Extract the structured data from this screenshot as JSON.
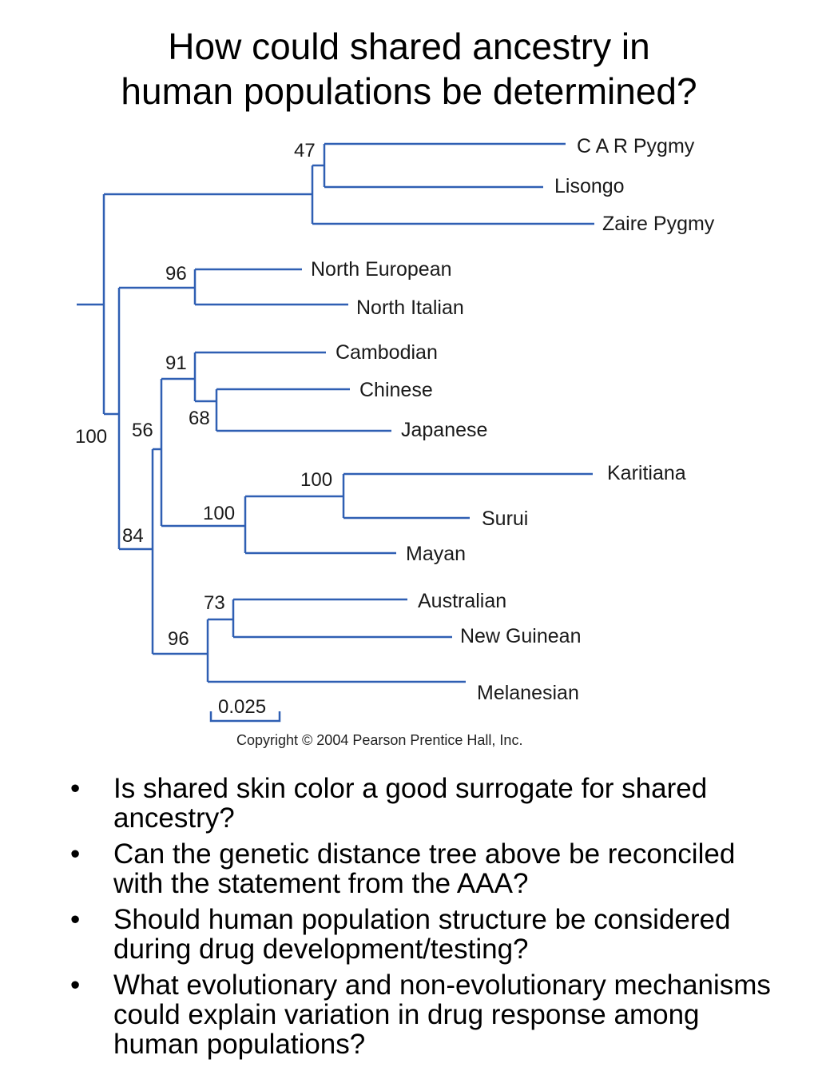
{
  "title": {
    "line1": "How could shared ancestry in",
    "line2": "human populations be determined?"
  },
  "tree": {
    "taxa": {
      "car_pygmy": "C A R Pygmy",
      "lisongo": "Lisongo",
      "zaire_pygmy": "Zaire Pygmy",
      "north_european": "North European",
      "north_italian": "North Italian",
      "cambodian": "Cambodian",
      "chinese": "Chinese",
      "japanese": "Japanese",
      "karitiana": "Karitiana",
      "surui": "Surui",
      "mayan": "Mayan",
      "australian": "Australian",
      "new_guinean": "New Guinean",
      "melanesian": "Melanesian"
    },
    "support": {
      "pygmy_clade": "47",
      "european_clade": "96",
      "east_asian_clade": "91",
      "chinese_japanese": "68",
      "root": "100",
      "asia_america_clade": "56",
      "karitiana_surui": "100",
      "american_clade": "100",
      "non_african_clade": "84",
      "australian_newguinean": "73",
      "oceanian_clade": "96"
    },
    "scale_bar_label": "0.025",
    "copyright": "Copyright © 2004 Pearson Prentice Hall, Inc.",
    "branch_color": "#2f5fb3"
  },
  "bullets": {
    "symbol": "•",
    "items": [
      "Is shared skin color a good surrogate for shared ancestry?",
      "Can the genetic distance tree above be reconciled with the statement from the AAA?",
      "Should human population structure be considered during drug development/testing?",
      "What evolutionary and non-evolutionary mechanisms could explain variation in drug response among human populations?"
    ]
  }
}
